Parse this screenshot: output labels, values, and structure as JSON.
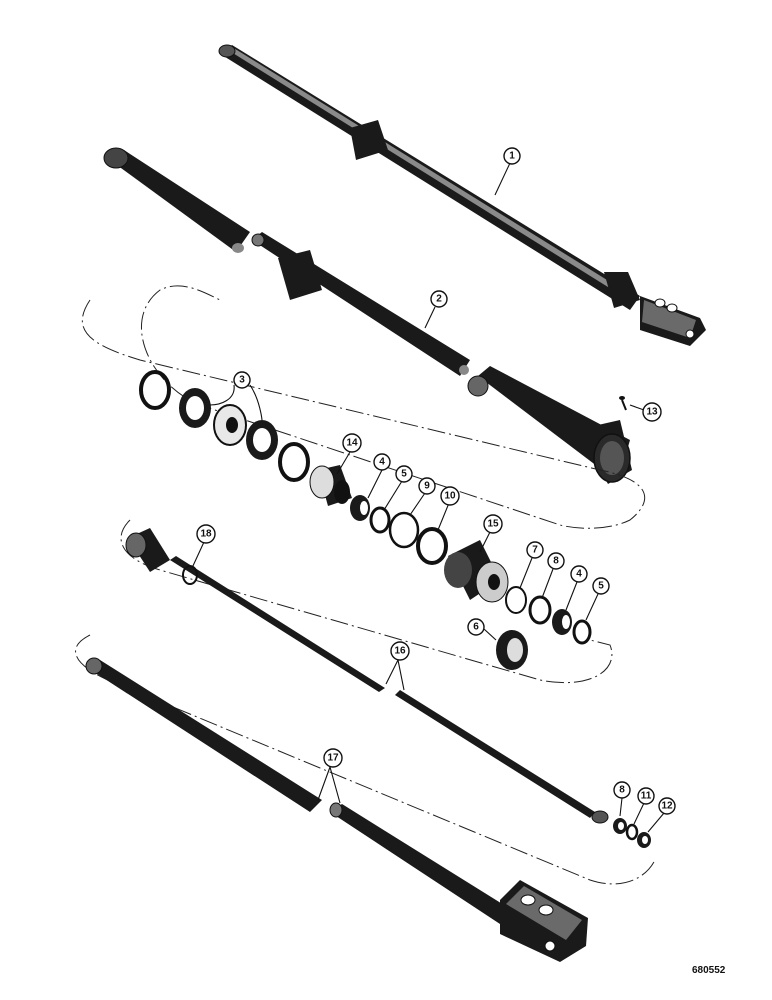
{
  "callouts": [
    {
      "id": "c1",
      "label": "1"
    },
    {
      "id": "c2",
      "label": "2"
    },
    {
      "id": "c3",
      "label": "3"
    },
    {
      "id": "c4a",
      "label": "4"
    },
    {
      "id": "c5a",
      "label": "5"
    },
    {
      "id": "c9",
      "label": "9"
    },
    {
      "id": "c10",
      "label": "10"
    },
    {
      "id": "c13",
      "label": "13"
    },
    {
      "id": "c14",
      "label": "14"
    },
    {
      "id": "c15",
      "label": "15"
    },
    {
      "id": "c18",
      "label": "18"
    },
    {
      "id": "c7",
      "label": "7"
    },
    {
      "id": "c8a",
      "label": "8"
    },
    {
      "id": "c4b",
      "label": "4"
    },
    {
      "id": "c5b",
      "label": "5"
    },
    {
      "id": "c6",
      "label": "6"
    },
    {
      "id": "c16",
      "label": "16"
    },
    {
      "id": "c17",
      "label": "17"
    },
    {
      "id": "c8b",
      "label": "8"
    },
    {
      "id": "c11",
      "label": "11"
    },
    {
      "id": "c12",
      "label": "12"
    }
  ],
  "drawing_number": "680552",
  "colors": {
    "ink": "#111111",
    "paper": "#ffffff"
  }
}
